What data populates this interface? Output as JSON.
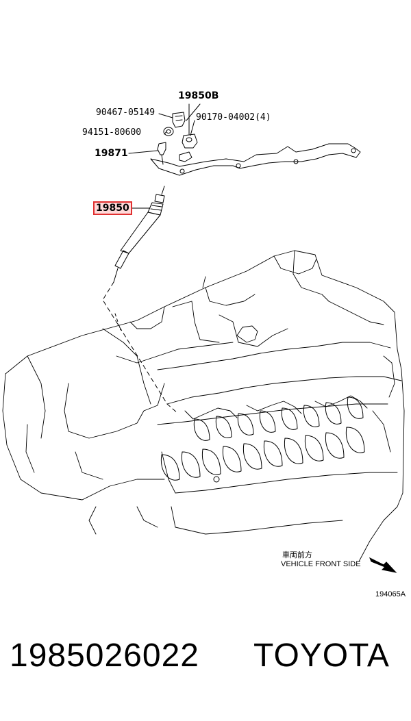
{
  "callouts": {
    "c_19850B": "19850B",
    "c_90467": "90467-05149",
    "c_90170": "90170-04002(4)",
    "c_94151": "94151-80600",
    "c_19871": "19871",
    "c_19850": "19850"
  },
  "direction": {
    "japanese": "車両前方",
    "english": "VEHICLE FRONT SIDE"
  },
  "figure_id": "194065A",
  "footer": {
    "part_number": "1985026022",
    "brand": "TOYOTA"
  },
  "colors": {
    "highlight_border": "#e03030",
    "highlight_fill": "#ffd9d9"
  }
}
